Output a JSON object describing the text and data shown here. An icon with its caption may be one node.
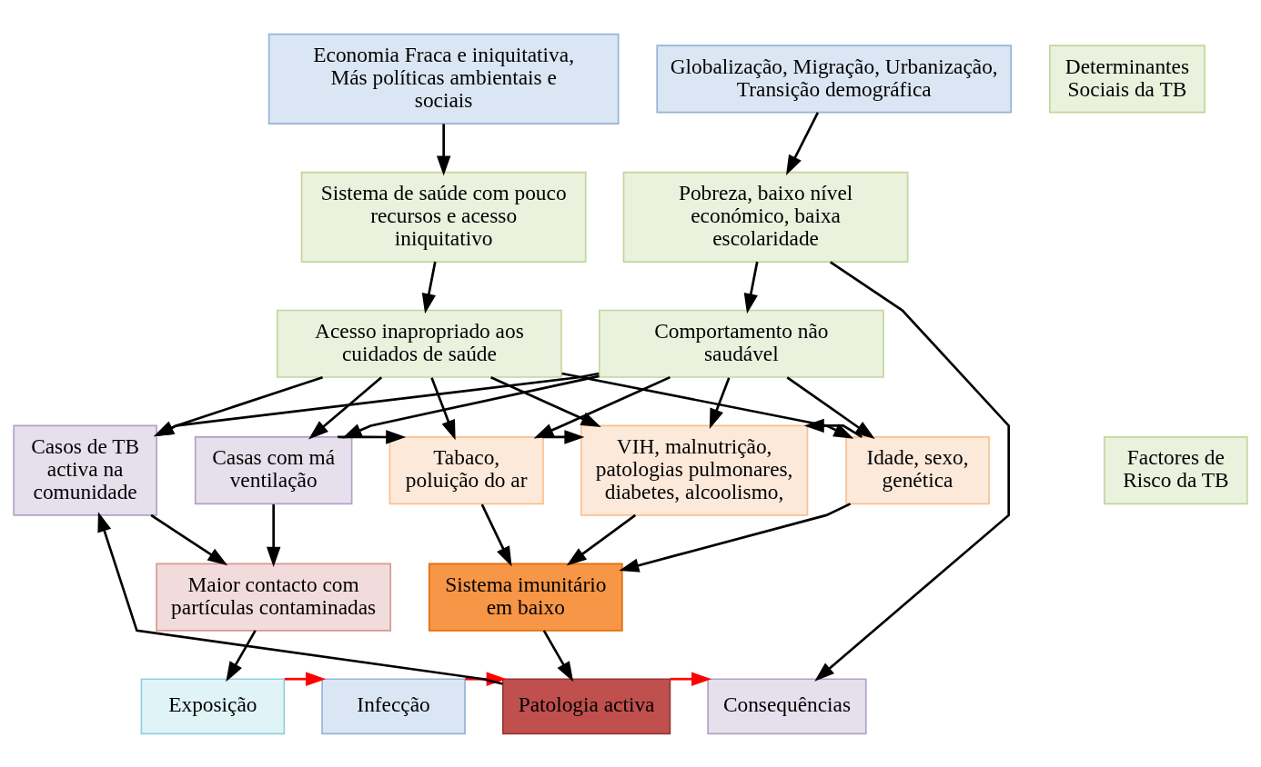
{
  "diagram": {
    "nodes": [
      {
        "text": [
          "Economia Fraca e iniquitativa, Más políticas ambientais e sociais"
        ]
      },
      {
        "text": [
          "Globalização, Migração, Urbanização, Transição demográfica"
        ]
      },
      {
        "text": [
          "Sistema de saúde com pouco recursos e acesso iniquitativo"
        ]
      },
      {
        "text": [
          "Pobreza, baixo nível económico, baixa escolaridade"
        ]
      },
      {
        "text": [
          "Acesso inapropriado aos cuidados de saúde"
        ]
      },
      {
        "text": [
          "Comportamento não saudável"
        ]
      },
      {
        "text": [
          "Determinantes Sociais da TB"
        ]
      },
      {
        "text": [
          "Casos de TB activa na comunidade"
        ]
      },
      {
        "text": [
          "Casas com má ventilação"
        ]
      },
      {
        "text": [
          "Tabaco, poluição do ar"
        ]
      },
      {
        "text": [
          "VIH, malnutrição, patologias pulmonares, diabetes, alcoolismo,"
        ]
      },
      {
        "text": [
          "Idade, sexo, genética"
        ]
      },
      {
        "text": [
          "Factores de Risco da TB"
        ]
      },
      {
        "text": [
          "Maior contacto com partículas contaminadas"
        ]
      },
      {
        "text": [
          "Sistema imunitário em baixo"
        ]
      },
      {
        "text": [
          "Exposição"
        ]
      },
      {
        "text": [
          "Infecção"
        ]
      },
      {
        "text": [
          "Patologia activa"
        ]
      },
      {
        "text": [
          "Consequências"
        ]
      }
    ],
    "edges": [
      {
        "from": 0,
        "to": 2,
        "arrow": "to"
      },
      {
        "from": 1,
        "to": 3,
        "arrow": "to"
      },
      {
        "from": 2,
        "to": 4,
        "arrow": "to"
      },
      {
        "from": 3,
        "to": 5,
        "arrow": "to"
      },
      {
        "from": 3,
        "to": 18,
        "arrow": "to"
      },
      {
        "from": 4,
        "to": 7,
        "arrow": "to"
      },
      {
        "from": 4,
        "to": 8,
        "arrow": "to"
      },
      {
        "from": 4,
        "to": 9,
        "arrow": "to"
      },
      {
        "from": 4,
        "to": 10,
        "arrow": "to"
      },
      {
        "from": 4,
        "to": 11,
        "arrow": "to"
      },
      {
        "from": 5,
        "to": 7,
        "arrow": "to"
      },
      {
        "from": 5,
        "to": 8,
        "arrow": "to"
      },
      {
        "from": 5,
        "to": 9,
        "arrow": "to"
      },
      {
        "from": 5,
        "to": 10,
        "arrow": "to"
      },
      {
        "from": 5,
        "to": 11,
        "arrow": "to"
      },
      {
        "from": 8,
        "to": 9,
        "arrow": "to"
      },
      {
        "from": 9,
        "to": 10,
        "arrow": "to"
      },
      {
        "from": 11,
        "to": 10,
        "arrow": "to"
      },
      {
        "from": 7,
        "to": 13,
        "arrow": "to"
      },
      {
        "from": 8,
        "to": 13,
        "arrow": "to"
      },
      {
        "from": 9,
        "to": 14,
        "arrow": "to"
      },
      {
        "from": 10,
        "to": 14,
        "arrow": "to"
      },
      {
        "from": 11,
        "to": 14,
        "arrow": "to"
      },
      {
        "from": 13,
        "to": 15,
        "arrow": "to"
      },
      {
        "from": 14,
        "to": 17,
        "arrow": "to"
      },
      {
        "from": 15,
        "to": 16,
        "arrow": "to",
        "color": "#ff0000"
      },
      {
        "from": 16,
        "to": 17,
        "arrow": "to",
        "color": "#ff0000"
      },
      {
        "from": 17,
        "to": 18,
        "arrow": "to",
        "color": "#ff0000"
      },
      {
        "from": 17,
        "to": 7,
        "arrow": "to"
      }
    ]
  }
}
